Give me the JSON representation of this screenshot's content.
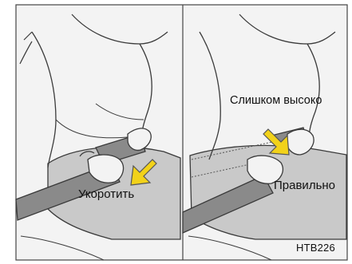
{
  "labels": {
    "shorten": "Укоротить",
    "too_high": "Слишком высоко",
    "correct": "Правильно",
    "figure_code": "HTB226"
  },
  "colors": {
    "background": "#ffffff",
    "panel_bg": "#f3f3f3",
    "line": "#3a3a3a",
    "belt": "#777777",
    "lap": "#c4c4c4",
    "arrow_fill": "#f2d21a",
    "arrow_stroke": "#555555"
  }
}
